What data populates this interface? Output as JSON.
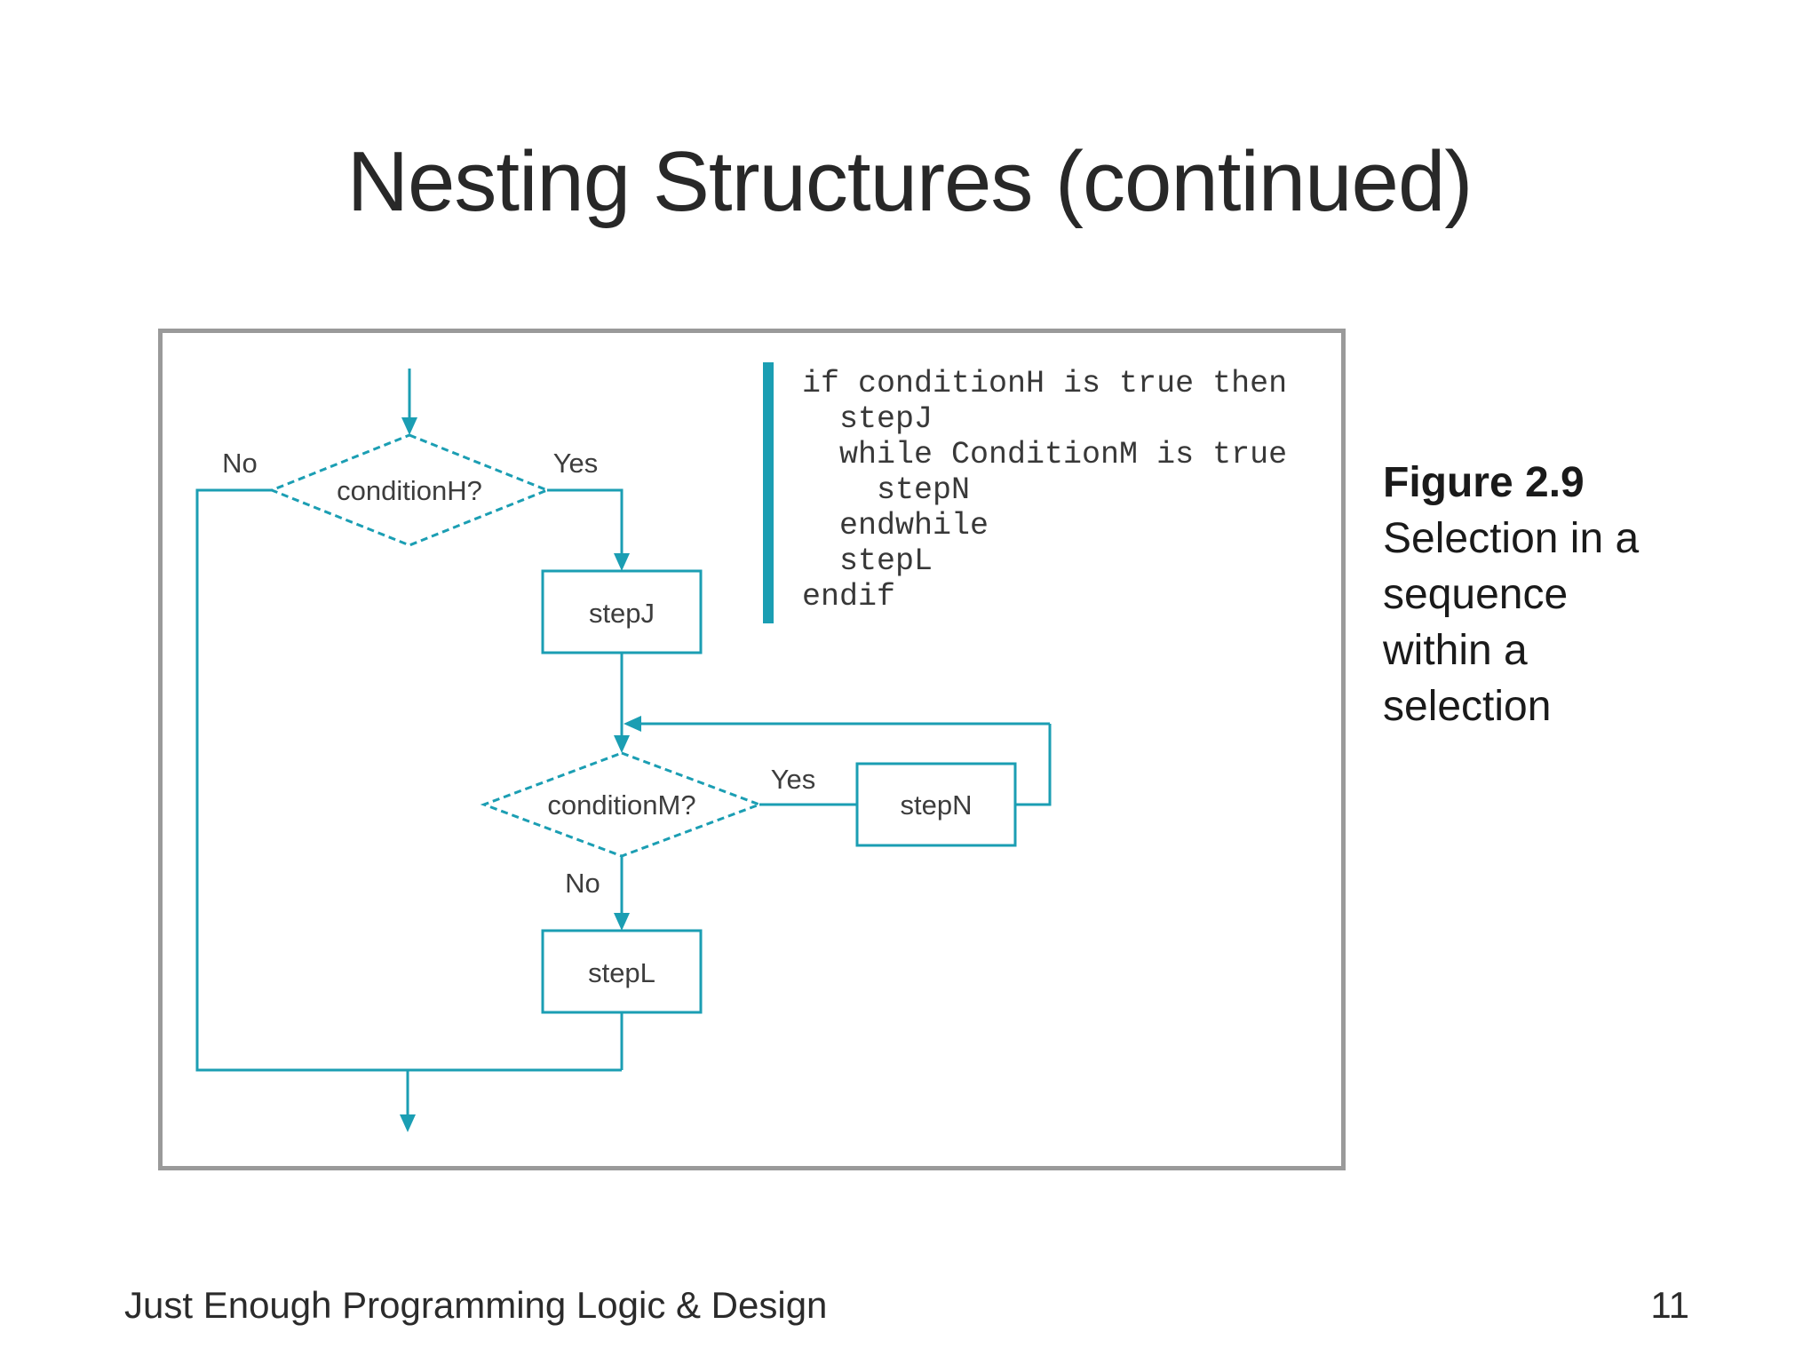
{
  "slide": {
    "title": "Nesting Structures (continued)",
    "footer": {
      "text": "Just Enough Programming Logic & Design",
      "page_number": "11"
    }
  },
  "figure": {
    "caption": {
      "label": "Figure 2.9",
      "description": "Selection in a\nsequence\nwithin a\nselection"
    },
    "pseudocode": "if conditionH is true then\n  stepJ\n  while ConditionM is true\n    stepN\n  endwhile\n  stepL\nendif",
    "flowchart": {
      "condition_h": "conditionH?",
      "condition_m": "conditionM?",
      "step_j": "stepJ",
      "step_n": "stepN",
      "step_l": "stepL",
      "yes_h": "Yes",
      "no_h": "No",
      "yes_m": "Yes",
      "no_m": "No"
    },
    "colors": {
      "flow_line": "#1b9eb3",
      "box_border": "#9a9a9a",
      "shape_text": "#3d3d3d"
    }
  }
}
